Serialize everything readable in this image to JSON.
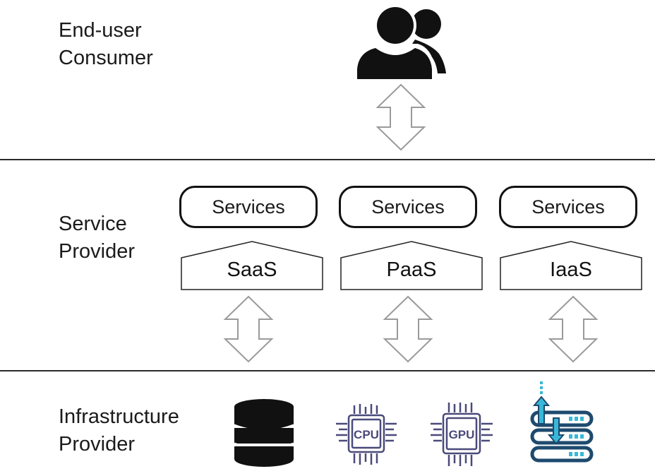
{
  "layers": {
    "end_user": {
      "line1": "End-user",
      "line2": "Consumer"
    },
    "service_provider": {
      "line1": "Service",
      "line2": "Provider"
    },
    "infrastructure": {
      "line1": "Infrastructure",
      "line2": "Provider"
    }
  },
  "services": [
    {
      "label": "Services",
      "tier": "SaaS"
    },
    {
      "label": "Services",
      "tier": "PaaS"
    },
    {
      "label": "Services",
      "tier": "IaaS"
    }
  ],
  "infrastructure_icons": [
    {
      "name": "database-icon"
    },
    {
      "name": "cpu-icon",
      "text": "CPU"
    },
    {
      "name": "gpu-icon",
      "text": "GPU"
    },
    {
      "name": "server-transfer-icon"
    }
  ],
  "colors": {
    "line": "#2a2a2a",
    "arrow_outline": "#9a9a9a",
    "chip": "#4a4a7a",
    "server": "#1e4a6e",
    "server_accent": "#38b8d8"
  }
}
